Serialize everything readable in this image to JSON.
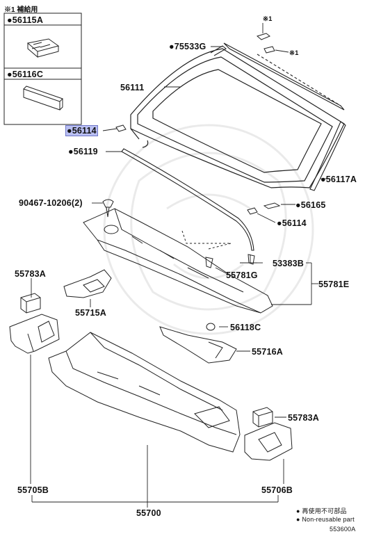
{
  "supply_note": "※1 補給用",
  "inset": {
    "box1_label": "●56115A",
    "box2_label": "●56116C"
  },
  "callouts": {
    "c56114_top": "●56114",
    "c75533G": "●75533G",
    "c56111": "56111",
    "c56119": "●56119",
    "c56117A": "●56117A",
    "c90467": "90467-10206(2)",
    "c56165": "●56165",
    "c56114_mid": "●56114",
    "c53383B": "53383B",
    "c55781G": "55781G",
    "c55781E": "55781E",
    "c55783A_left": "55783A",
    "c55715A": "55715A",
    "c56118C": "56118C",
    "c55716A": "55716A",
    "c55783A_right": "55783A",
    "c55705B": "55705B",
    "c55706B": "55706B",
    "c55700": "55700",
    "mark1_top": "※1",
    "mark1_right": "※1"
  },
  "legend": {
    "jp": "● 再使用不可部品",
    "en": "● Non-reusable part"
  },
  "figure_code": "553600A",
  "highlight_color": "#b9bff2"
}
